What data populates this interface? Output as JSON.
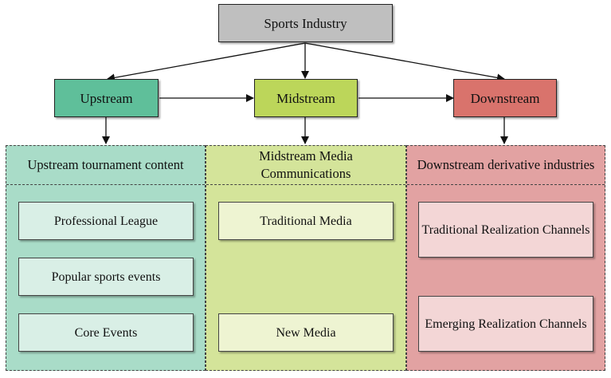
{
  "root": {
    "label": "Sports Industry",
    "color": "#bfbfbf"
  },
  "stages": {
    "upstream": {
      "label": "Upstream",
      "color": "#5fbf9a"
    },
    "midstream": {
      "label": "Midstream",
      "color": "#bcd65a"
    },
    "downstream": {
      "label": "Downstream",
      "color": "#d9736c"
    }
  },
  "columns": {
    "upstream": {
      "heading": "Upstream tournament content",
      "color": "#a9dcc8",
      "items": [
        "Professional League",
        "Popular sports events",
        "Core Events"
      ]
    },
    "midstream": {
      "heading": "Midstream Media Communications",
      "color": "#d4e49a",
      "items": [
        "Traditional Media",
        "New Media"
      ]
    },
    "downstream": {
      "heading": "Downstream derivative industries",
      "color": "#e2a2a2",
      "items": [
        "Traditional Realization Channels",
        "Emerging Realization Channels"
      ]
    }
  }
}
